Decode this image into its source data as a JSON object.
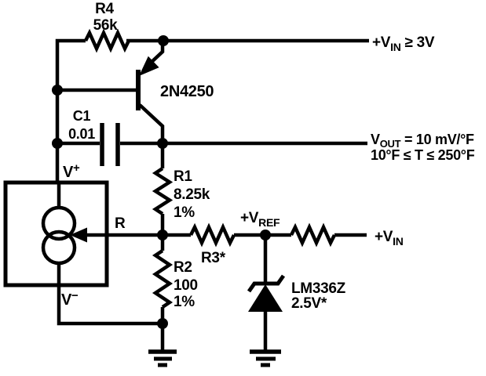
{
  "colors": {
    "ink": "#000000",
    "background": "#ffffff"
  },
  "components": {
    "r4": {
      "ref": "R4",
      "value": "56k"
    },
    "q1": {
      "ref": "2N4250"
    },
    "c1": {
      "ref": "C1",
      "value": "0.01"
    },
    "r1": {
      "ref": "R1",
      "value": "8.25k",
      "tolerance": "1%"
    },
    "r2": {
      "ref": "R2",
      "value": "100",
      "tolerance": "1%"
    },
    "r3": {
      "ref": "R3*"
    },
    "d1": {
      "ref": "LM336Z",
      "value": "2.5V*"
    }
  },
  "current_source": {
    "pin_vplus_letter": "V",
    "pin_vplus_sign": "+",
    "pin_vminus_letter": "V",
    "pin_vminus_sign": "−",
    "pin_r": "R"
  },
  "annotations": {
    "vin_top": {
      "pre": "+V",
      "sub": "IN",
      "cond": " ≥ 3V"
    },
    "vout": {
      "pre": "V",
      "sub": "OUT",
      "eq": " = 10 mV/°F",
      "range": "10°F ≤ T ≤ 250°F"
    },
    "vref": {
      "pre": "+V",
      "sub": "REF"
    },
    "vin_right": {
      "pre": "+V",
      "sub": "IN"
    }
  }
}
